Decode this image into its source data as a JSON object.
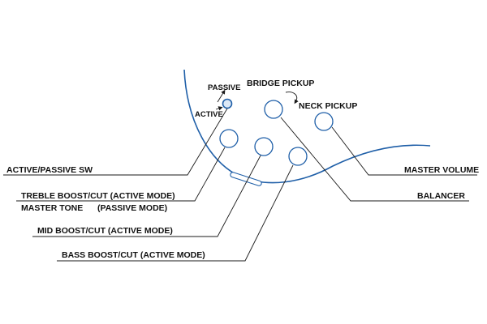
{
  "labels": {
    "passive": "PASSIVE",
    "active": "ACTIVE",
    "bridge_pickup": "BRIDGE PICKUP",
    "neck_pickup": "NECK PICKUP",
    "active_passive_sw": "ACTIVE/PASSIVE SW",
    "treble_boost_cut": "TREBLE BOOST/CUT (ACTIVE MODE)",
    "master_tone": "MASTER TONE",
    "passive_mode": "(PASSIVE MODE)",
    "mid_boost_cut": "MID BOOST/CUT (ACTIVE MODE)",
    "bass_boost_cut": "BASS BOOST/CUT (ACTIVE MODE)",
    "master_volume": "MASTER VOLUME",
    "balancer": "BALANCER"
  },
  "colors": {
    "body_outline": "#1f5fa8",
    "knob_outline": "#1f5fa8",
    "leader_lines": "#1a1a1a",
    "text": "#111111"
  }
}
